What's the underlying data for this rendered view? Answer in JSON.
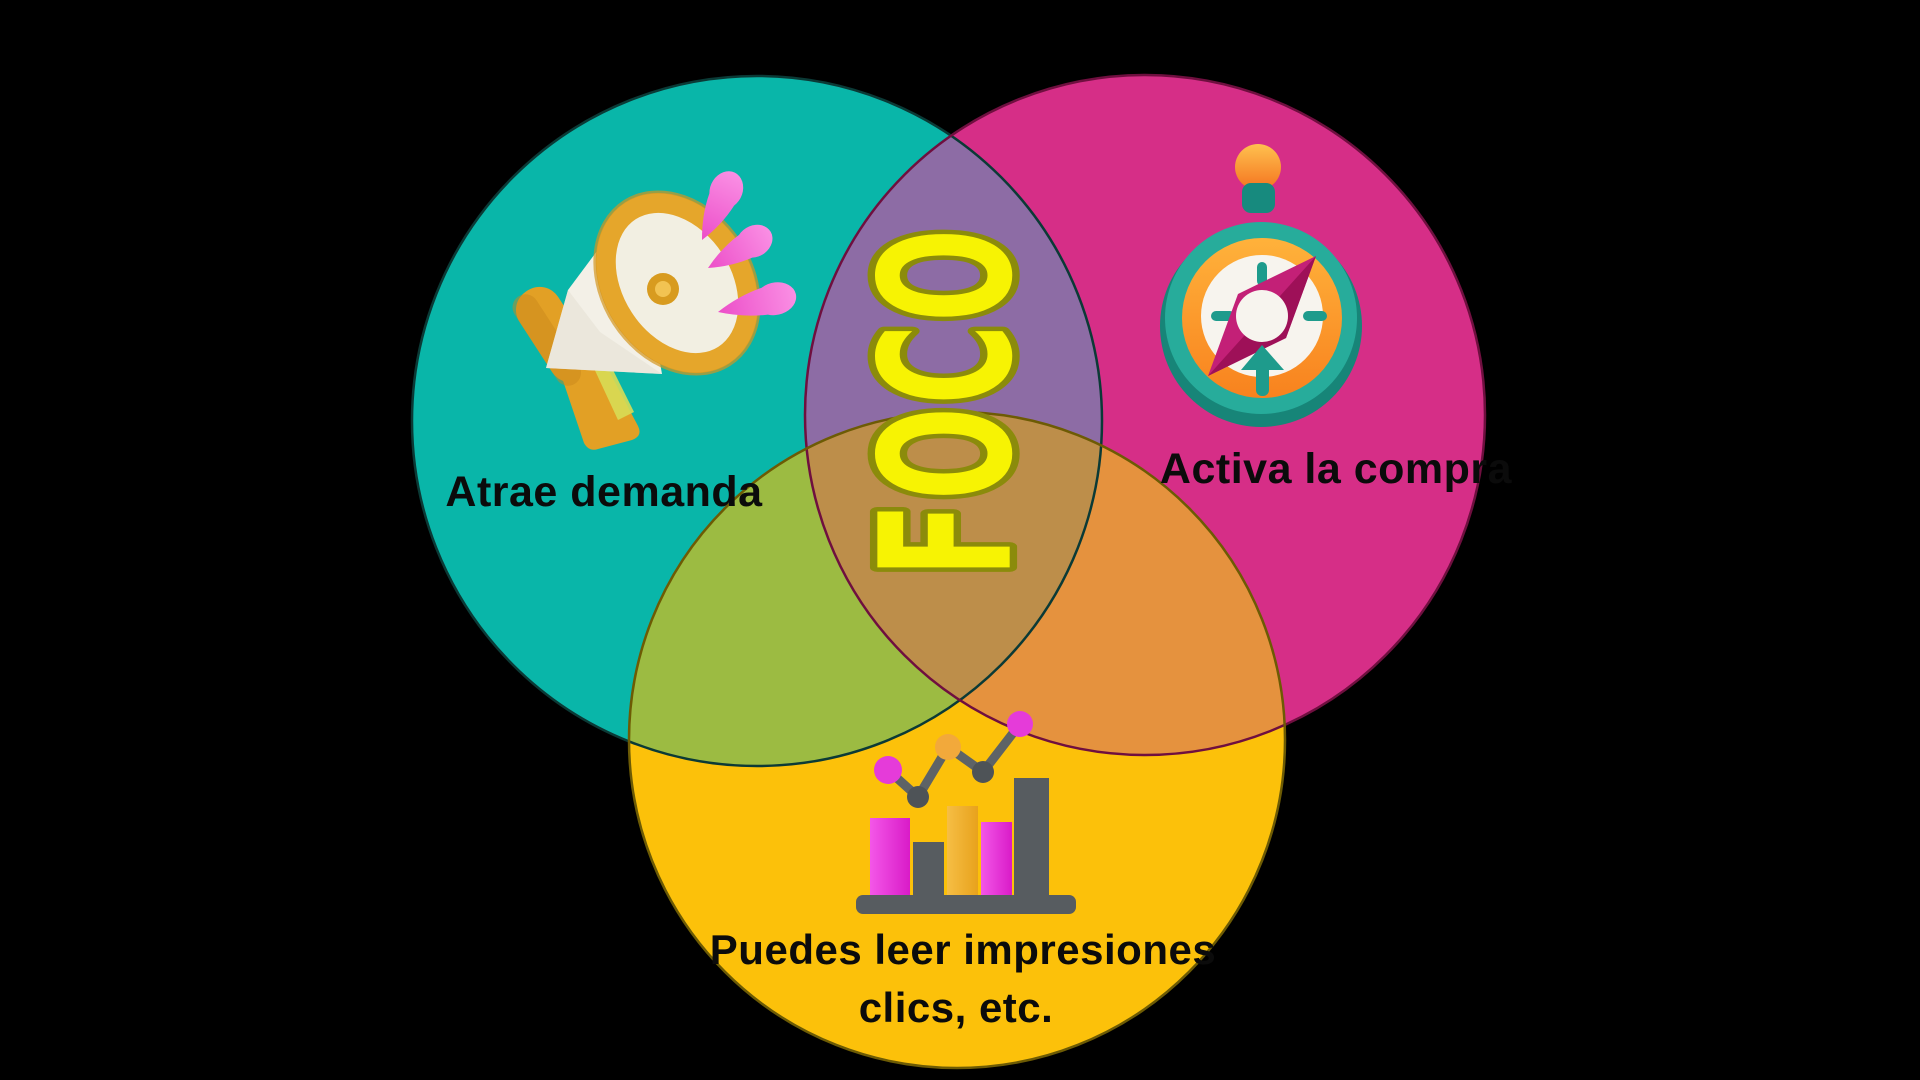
{
  "background_color": "#000000",
  "venn": {
    "center_label": "FOCO",
    "center_label_color": "#F7F303",
    "center_label_outline_color": "#8B8B0B",
    "label_color": "#0B0B0B",
    "circles": [
      {
        "id": "demanda",
        "label": "Atrae demanda",
        "fill": "#09B6A9",
        "outline": "#0B3A36",
        "icon": "megaphone-icon"
      },
      {
        "id": "compra",
        "label": "Activa la compra",
        "fill": "#D62E87",
        "outline": "#6F0F3F",
        "icon": "compass-icon"
      },
      {
        "id": "medicion",
        "label_line1": "Puedes leer impresiones",
        "label_line2": "clics, etc.",
        "fill": "#FCC10A",
        "outline": "#6D5B04",
        "icon": "bar-chart-icon"
      }
    ],
    "overlaps": {
      "teal_pink": "#8D6CA5",
      "teal_yellow": "#9CBB42",
      "pink_yellow": "#E5923E",
      "center": "#BD8E4A"
    }
  }
}
